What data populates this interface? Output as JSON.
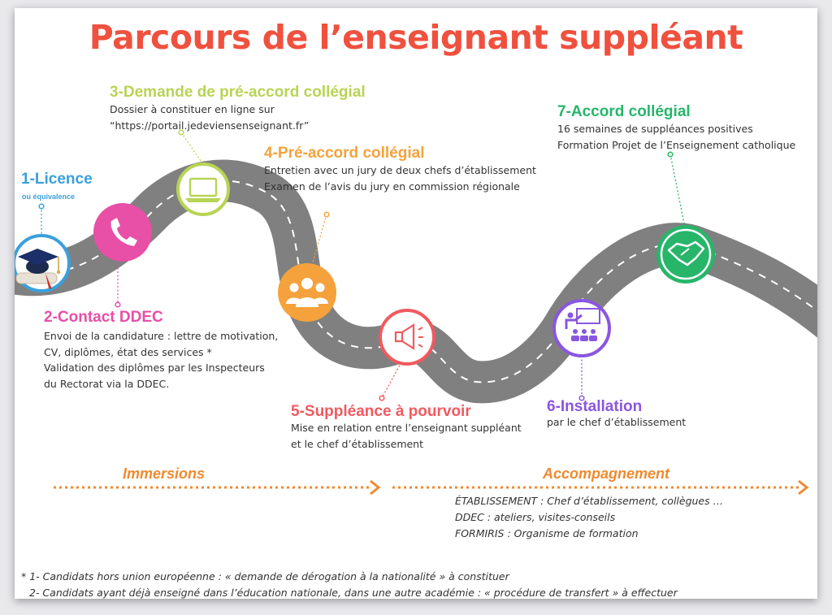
{
  "title": "Parcours de l’enseignant suppléant",
  "colors": {
    "title": "#f0503e",
    "step1": "#3aa0dc",
    "step2": "#e84fa6",
    "step3": "#b7d454",
    "step4": "#f5a23c",
    "step5": "#f05a5f",
    "step6": "#8a56e0",
    "step7": "#27b56a",
    "road": "#808080",
    "arrows": "#f08a2e"
  },
  "steps": {
    "s1": {
      "title": "1-Licence",
      "subtitle": "ou équivalence",
      "icon": "graduation-cap-icon"
    },
    "s2": {
      "title": "2-Contact DDEC",
      "icon": "phone-icon",
      "lines": [
        "Envoi de la candidature : lettre de motivation,",
        "CV, diplômes, état des services *",
        "Validation des diplômes par les Inspecteurs",
        "du Rectorat via la DDEC."
      ]
    },
    "s3": {
      "title": "3-Demande de pré-accord collégial",
      "icon": "laptop-icon",
      "lines": [
        "Dossier à constituer en ligne sur",
        " “https://portail.jedeviensenseignant.fr”"
      ]
    },
    "s4": {
      "title": "4-Pré-accord collégial",
      "icon": "group-icon",
      "lines": [
        "Entretien avec un jury de deux chefs d’établissement",
        "Examen de l’avis du jury en commission régionale"
      ]
    },
    "s5": {
      "title": "5-Suppléance à pourvoir",
      "icon": "megaphone-icon",
      "lines": [
        "Mise en relation entre l’enseignant suppléant",
        "et le chef d’établissement"
      ]
    },
    "s6": {
      "title": "6-Installation",
      "icon": "presentation-icon",
      "lines": [
        "par le chef d’établissement"
      ]
    },
    "s7": {
      "title": "7-Accord collégial",
      "icon": "handshake-icon",
      "lines": [
        "16 semaines de suppléances positives",
        "Formation Projet de l’Enseignement catholique"
      ]
    }
  },
  "phases": {
    "immersions": "Immersions",
    "accompagnement": "Accompagnement"
  },
  "accompagnement_lines": [
    "ÉTABLISSEMENT :  Chef d’établissement, collègues …",
    "DDEC : ateliers, visites-conseils",
    "FORMIRIS : Organisme de formation"
  ],
  "footnotes": [
    "* 1- Candidats hors union européenne : « demande de dérogation à la nationalité » à constituer",
    "2- Candidats ayant déjà enseigné dans l’éducation nationale, dans une autre académie : « procédure de transfert » à effectuer"
  ]
}
